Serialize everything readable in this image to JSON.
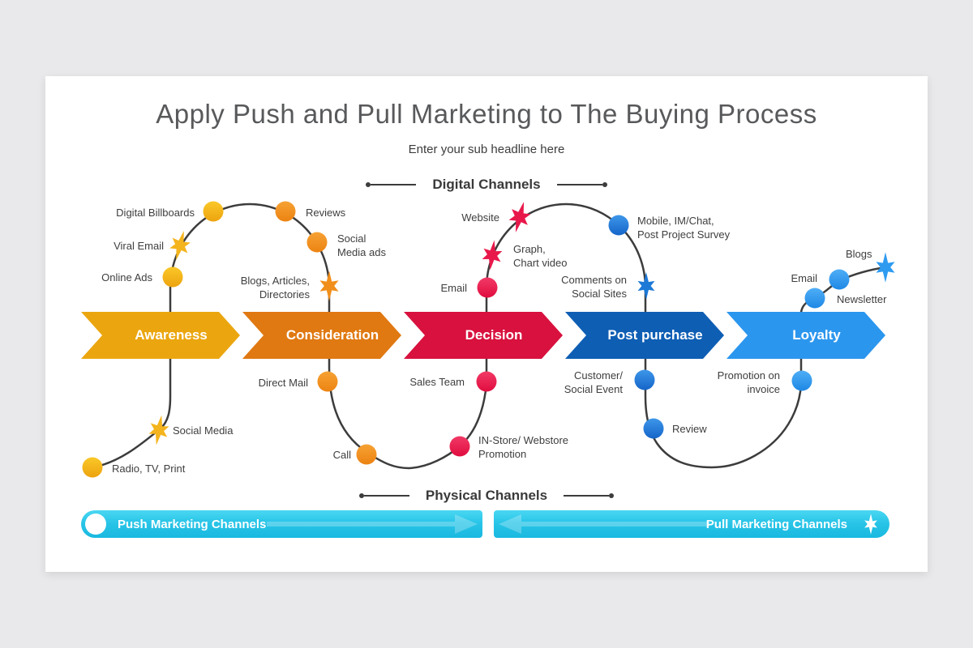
{
  "page": {
    "title": "Apply Push and Pull Marketing to The Buying Process",
    "subtitle": "Enter your sub headline here"
  },
  "sections": {
    "digital": "Digital Channels",
    "physical": "Physical Channels"
  },
  "stages": [
    {
      "label": "Awareness",
      "color": "#EBA60F"
    },
    {
      "label": "Consideration",
      "color": "#E07912"
    },
    {
      "label": "Decision",
      "color": "#D8113E"
    },
    {
      "label": "Post purchase",
      "color": "#0E5EB4"
    },
    {
      "label": "Loyalty",
      "color": "#2B96EE"
    }
  ],
  "labels": {
    "digital_billboards": "Digital Billboards",
    "viral_email": "Viral Email",
    "online_ads": "Online Ads",
    "reviews": "Reviews",
    "social_media_ads": "Social\nMedia ads",
    "blogs_articles_directories": "Blogs, Articles,\nDirectories",
    "website": "Website",
    "graph_chart_video": "Graph,\nChart video",
    "email_decision": "Email",
    "mobile_im_chat": "Mobile, IM/Chat,\nPost Project Survey",
    "comments_social_sites": "Comments on\nSocial Sites",
    "blogs_loyalty": "Blogs",
    "email_loyalty": "Email",
    "newsletter": "Newsletter",
    "social_media": "Social Media",
    "radio_tv_print": "Radio, TV, Print",
    "direct_mail": "Direct Mail",
    "call": "Call",
    "sales_team": "Sales Team",
    "in_store_webstore": "IN-Store/ Webstore\nPromotion",
    "customer_social_event": "Customer/\nSocial Event",
    "review": "Review",
    "promotion_on_invoice": "Promotion on\ninvoice"
  },
  "bars": {
    "push": "Push Marketing Channels",
    "pull": "Pull Marketing Channels"
  },
  "colors": {
    "accent_cyan": "#29C5E8",
    "curve_line": "#3C3C3C",
    "marker_yellow": "#F4B41D",
    "marker_orange": "#F08F1C",
    "marker_red": "#E8184B",
    "marker_blue": "#1C79D6",
    "marker_lightblue": "#2E9BF0"
  }
}
